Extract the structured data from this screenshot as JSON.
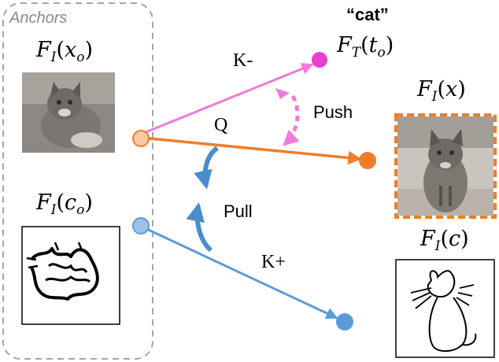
{
  "anchors_title": "Anchors",
  "labels": {
    "fi_xo": {
      "base": "F",
      "sub": "I",
      "arg": "x",
      "argsub": "o"
    },
    "fi_co": {
      "base": "F",
      "sub": "I",
      "arg": "c",
      "argsub": "o"
    },
    "ft_to": {
      "base": "F",
      "sub": "T",
      "arg": "t",
      "argsub": "o"
    },
    "fi_x": {
      "base": "F",
      "sub": "I",
      "arg": "x",
      "argsub": ""
    },
    "fi_c": {
      "base": "F",
      "sub": "I",
      "arg": "c",
      "argsub": ""
    }
  },
  "cat_text": "“cat”",
  "k_minus": "K-",
  "q": "Q",
  "k_plus": "K+",
  "push": "Push",
  "pull": "Pull",
  "colors": {
    "pink": "#f07ad8",
    "pink_node": "#e83fd0",
    "orange": "#ef7d2b",
    "orange_light": "#fbc8a6",
    "blue": "#5b9bd5",
    "blue_light": "#9dc3e6",
    "dash_gray": "#a6a6a6"
  }
}
